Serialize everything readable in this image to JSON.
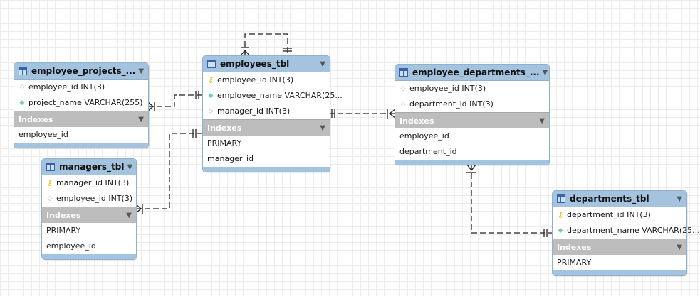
{
  "tables": [
    {
      "id": "employee_projects",
      "title": "employee_projects_...",
      "columns": [
        {
          "icon": "diamond-hollow",
          "text": "employee_id INT(3)"
        },
        {
          "icon": "diamond-filled",
          "text": "project_name VARCHAR(255)"
        }
      ],
      "indexes_label": "Indexes",
      "indexes": [
        "employee_id"
      ]
    },
    {
      "id": "managers",
      "title": "managers_tbl",
      "columns": [
        {
          "icon": "key",
          "text": "manager_id INT(3)"
        },
        {
          "icon": "diamond-hollow",
          "text": "employee_id INT(3)"
        }
      ],
      "indexes_label": "Indexes",
      "indexes": [
        "PRIMARY",
        "employee_id"
      ]
    },
    {
      "id": "employees",
      "title": "employees_tbl",
      "columns": [
        {
          "icon": "key",
          "text": "employee_id INT(3)"
        },
        {
          "icon": "diamond-filled",
          "text": "employee_name VARCHAR(25..."
        },
        {
          "icon": "diamond-hollow",
          "text": "manager_id INT(3)"
        }
      ],
      "indexes_label": "Indexes",
      "indexes": [
        "PRIMARY",
        "manager_id"
      ]
    },
    {
      "id": "employee_departments",
      "title": "employee_departments_...",
      "columns": [
        {
          "icon": "diamond-hollow",
          "text": "employee_id INT(3)"
        },
        {
          "icon": "diamond-hollow",
          "text": "department_id INT(3)"
        }
      ],
      "indexes_label": "Indexes",
      "indexes": [
        "employee_id",
        "department_id"
      ]
    },
    {
      "id": "departments",
      "title": "departments_tbl",
      "columns": [
        {
          "icon": "key",
          "text": "department_id INT(3)"
        },
        {
          "icon": "diamond-filled",
          "text": "department_name VARCHAR(25..."
        }
      ],
      "indexes_label": "Indexes",
      "indexes": [
        "PRIMARY"
      ]
    }
  ],
  "relationships": [
    {
      "id": "employees-self-manager",
      "from": "employees_tbl",
      "to": "employees_tbl",
      "from_end": "one-or-many",
      "to_end": "exactly-one"
    },
    {
      "id": "employee-projects-employees",
      "from": "employee_projects_tbl",
      "to": "employees_tbl",
      "from_end": "one-or-many",
      "to_end": "exactly-one"
    },
    {
      "id": "managers-employees",
      "from": "managers_tbl",
      "to": "employees_tbl",
      "from_end": "one-or-many",
      "to_end": "exactly-one"
    },
    {
      "id": "employee-departments-employees",
      "from": "employee_departments_tbl",
      "to": "employees_tbl",
      "from_end": "one-or-many",
      "to_end": "exactly-one"
    },
    {
      "id": "employee-departments-departments",
      "from": "employee_departments_tbl",
      "to": "departments_tbl",
      "from_end": "one-or-many",
      "to_end": "exactly-one"
    }
  ],
  "colors": {
    "header": "#a3c3de",
    "header_border": "#8fb0cf",
    "index_header": "#bdbdbd",
    "table_icon": "#3463a8",
    "key_icon": "#e0b800",
    "filled_diamond": "#6fc8c4",
    "hollow_diamond": "#b0b0b0",
    "link": "#222222"
  }
}
